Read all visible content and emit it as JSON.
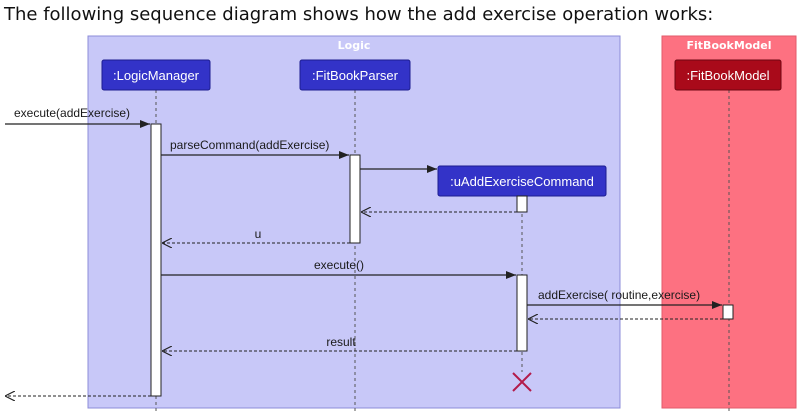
{
  "heading": "The following sequence diagram shows how the add exercise operation works:",
  "colors": {
    "logic_group": "#c8c8f8",
    "model_group": "#fd7181",
    "participant_logic": "#3333c8",
    "participant_model": "#a90a1a",
    "destroy_mark": "#b31b4a"
  },
  "groups": {
    "logic": "Logic",
    "model": "FitBookModel"
  },
  "participants": {
    "logic_manager": ":LogicManager",
    "parser": ":FitBookParser",
    "command": ":uAddExerciseCommand",
    "model": ":FitBookModel"
  },
  "messages": {
    "execute_add": "execute(addExercise)",
    "parse_command": "parseCommand(addExercise)",
    "return_u": "u",
    "execute": "execute()",
    "add_exercise": "addExercise( routine,exercise)",
    "result": "result"
  }
}
